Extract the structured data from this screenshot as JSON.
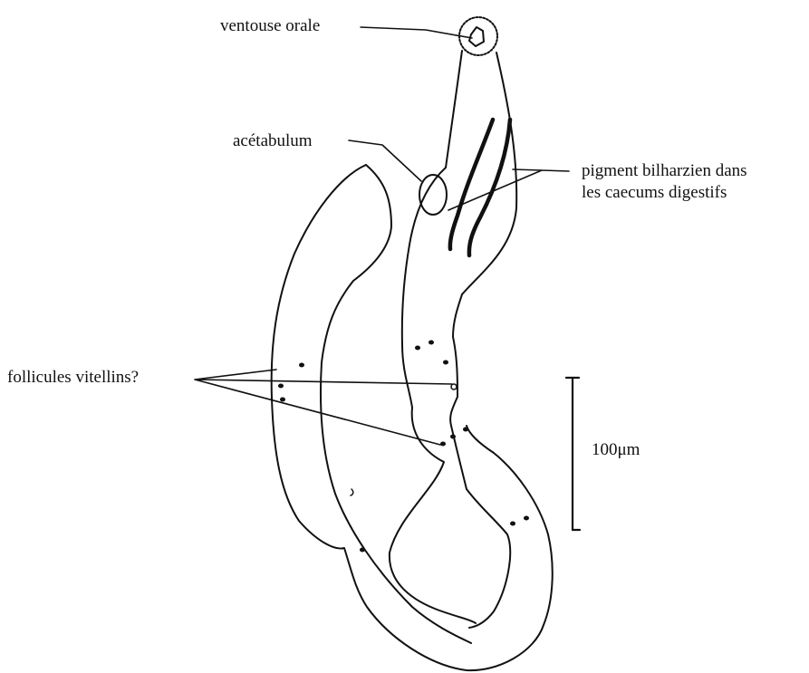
{
  "labels": {
    "oral_sucker": "ventouse orale",
    "acetabulum": "acétabulum",
    "pigment_line1": "pigment bilharzien dans",
    "pigment_line2": "les caecums digestifs",
    "vitelline": "follicules vitellins?",
    "scale": "100μm"
  },
  "colors": {
    "ink": "#111111",
    "background": "#ffffff"
  }
}
